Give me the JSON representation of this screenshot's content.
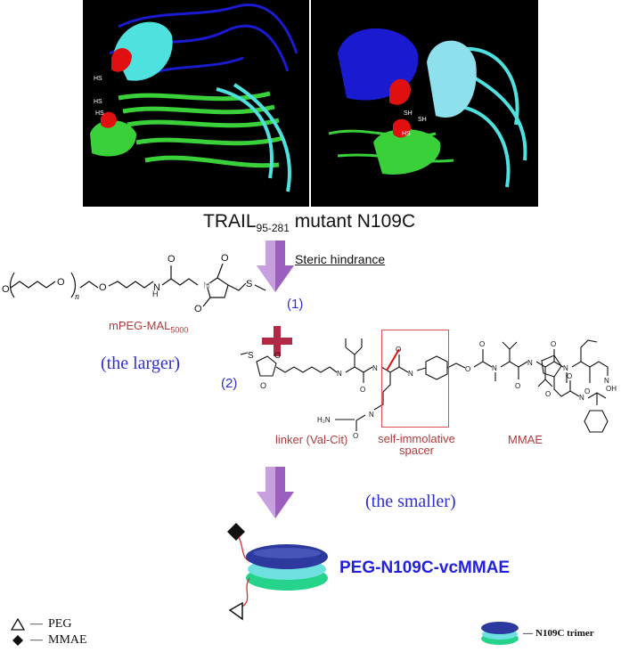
{
  "title": {
    "prefix": "TRAIL",
    "subscript": "95-281",
    "suffix": " mutant N109C"
  },
  "protein_panels": {
    "left_sh_labels": [
      "HS",
      "HS",
      "HS"
    ],
    "right_sh_labels": [
      "SH",
      "SH",
      "HS"
    ]
  },
  "reaction": {
    "condition": "Steric hindrance",
    "reagent1_number": "(1)",
    "reagent1_name_prefix": "mPEG-MAL",
    "reagent1_name_sub": "5000",
    "reagent1_size": "(the larger)",
    "reagent2_number": "(2)",
    "reagent2_size": "(the smaller)",
    "reagent2_parts": [
      "linker (Val-Cit)",
      "self-immolative spacer",
      "MMAE"
    ],
    "plus_sign": "+"
  },
  "product": {
    "name": "PEG-N109C-vcMMAE"
  },
  "legend": {
    "items": [
      {
        "symbol": "triangle",
        "label": "PEG"
      },
      {
        "symbol": "diamond",
        "label": "MMAE"
      }
    ],
    "trimer_label": "N109C trimer"
  },
  "colors": {
    "blue_domain": "#1a1ad0",
    "cyan_domain": "#4fe0e0",
    "green_domain": "#3ad03a",
    "sh_red": "#e01010",
    "arrow_purple": "#9b5fc0",
    "label_red": "#b23a3a",
    "label_blue": "#2f2fd0"
  }
}
